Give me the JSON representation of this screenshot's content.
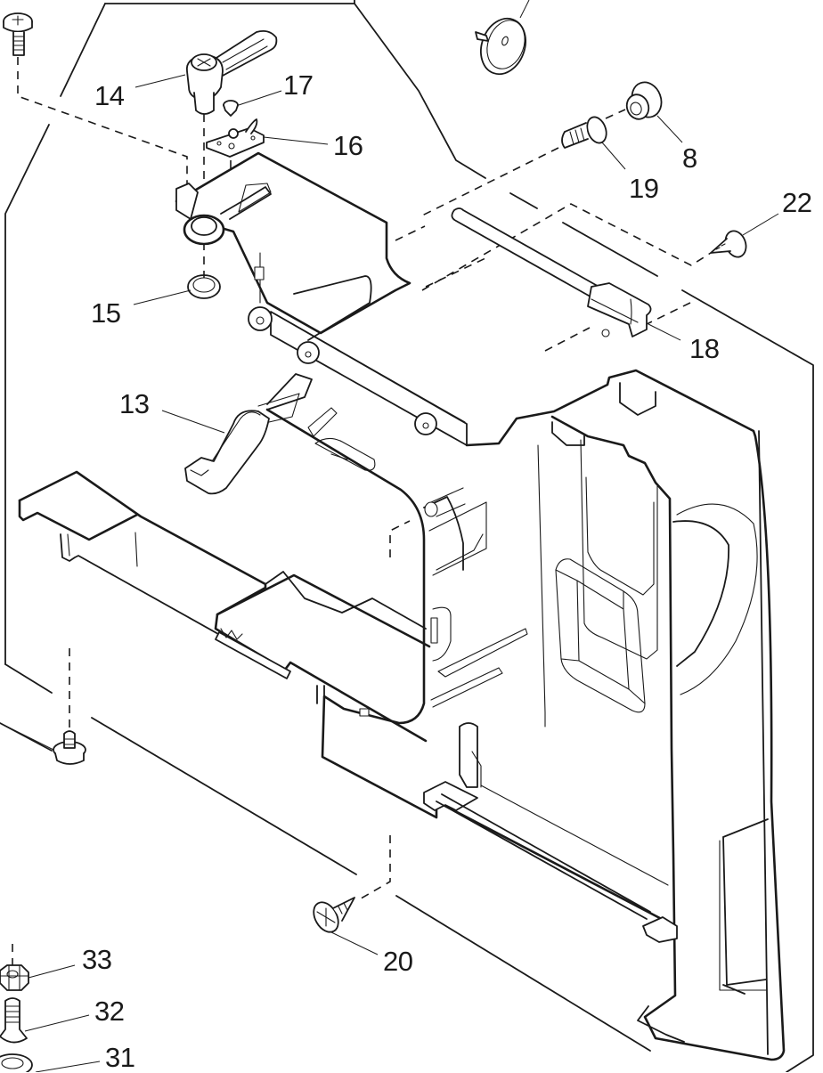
{
  "diagram": {
    "type": "exploded-parts-view",
    "colors": {
      "line": "#1a1a1a",
      "background": "#ffffff"
    },
    "callouts": [
      {
        "id": "14",
        "label": "14",
        "part": "knob-lever-assembly"
      },
      {
        "id": "17",
        "label": "17",
        "part": "small-pin-screw"
      },
      {
        "id": "16",
        "label": "16",
        "part": "bracket-plate"
      },
      {
        "id": "15",
        "label": "15",
        "part": "retaining-ring"
      },
      {
        "id": "13",
        "label": "13",
        "part": "presser-lever"
      },
      {
        "id": "19",
        "label": "19",
        "part": "shoulder-screw"
      },
      {
        "id": "8",
        "label": "8",
        "part": "bushing"
      },
      {
        "id": "22",
        "label": "22",
        "part": "tapping-screw"
      },
      {
        "id": "18",
        "label": "18",
        "part": "shaft-with-clip"
      },
      {
        "id": "20",
        "label": "20",
        "part": "tapping-screw-bottom"
      },
      {
        "id": "33",
        "label": "33",
        "part": "hex-nut"
      },
      {
        "id": "32",
        "label": "32",
        "part": "flat-head-screw"
      },
      {
        "id": "31",
        "label": "31",
        "part": "washer"
      }
    ]
  }
}
